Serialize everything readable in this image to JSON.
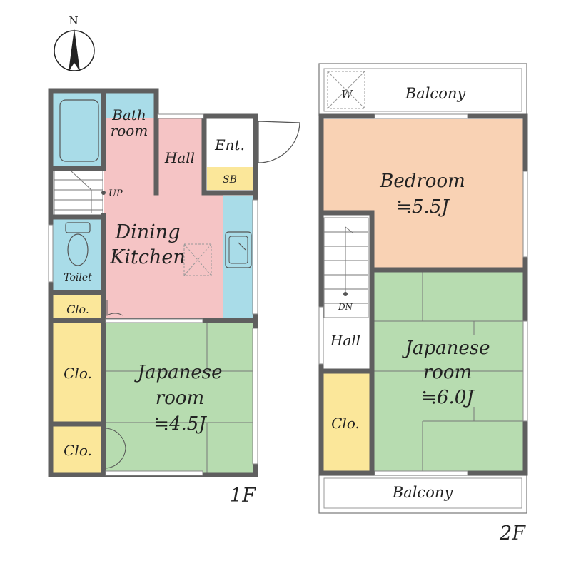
{
  "compass": {
    "north": "N"
  },
  "colors": {
    "bath": "#a9dce8",
    "kitchen_strip": "#a9dce8",
    "dining": "#f5c4c5",
    "hall": "#f5c4c5",
    "closet": "#fbe79a",
    "sb": "#fbe79a",
    "tatami": "#b7dcb0",
    "bedroom": "#f9d2b4",
    "wall": "#5f5f5f"
  },
  "floor1": {
    "label": "1F",
    "rooms": {
      "bath_l1": "Bath",
      "bath_l2": "room",
      "hall": "Hall",
      "entrance": "Ent.",
      "shoe_box": "SB",
      "stairs_up": "UP",
      "dining_l1": "Dining",
      "dining_l2": "Kitchen",
      "toilet": "Toilet",
      "closet_small": "Clo.",
      "closet_mid": "Clo.",
      "closet_low": "Clo.",
      "japanese_l1": "Japanese",
      "japanese_l2": "room",
      "japanese_size": "≒4.5J"
    }
  },
  "floor2": {
    "label": "2F",
    "rooms": {
      "balcony_top": "Balcony",
      "washer": "W",
      "bedroom_l1": "Bedroom",
      "bedroom_size": "≒5.5J",
      "stairs_down": "DN",
      "hall": "Hall",
      "japanese_l1": "Japanese",
      "japanese_l2": "room",
      "japanese_size": "≒6.0J",
      "closet": "Clo.",
      "balcony_bottom": "Balcony"
    }
  }
}
